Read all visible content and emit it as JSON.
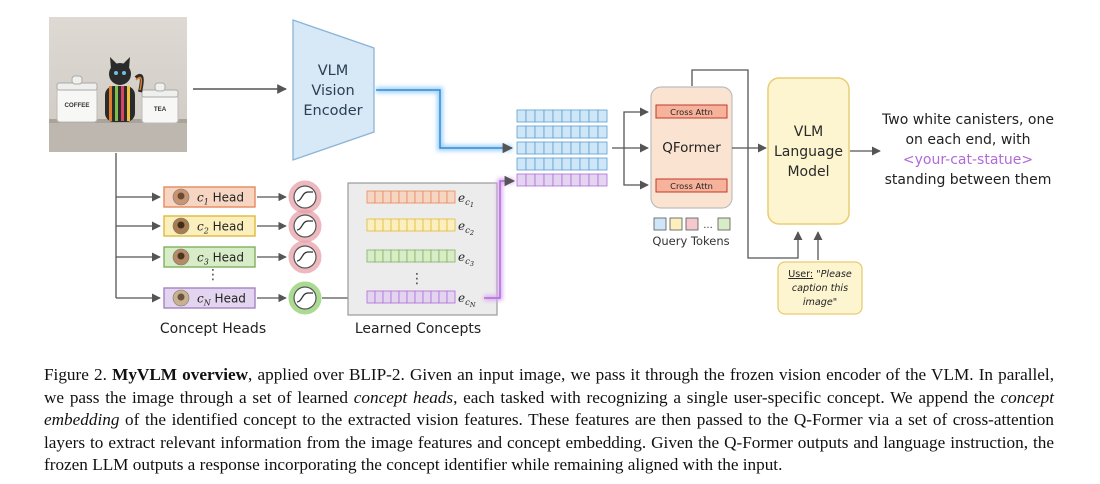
{
  "figure": {
    "photo": {
      "canister_left": "COFFEE",
      "canister_right": "TEA"
    },
    "encoder": {
      "line1": "VLM",
      "line2": "Vision",
      "line3": "Encoder"
    },
    "heads": {
      "rows": [
        {
          "sub": "1",
          "label": "Head"
        },
        {
          "sub": "2",
          "label": "Head"
        },
        {
          "sub": "3",
          "label": "Head"
        },
        {
          "sub": "N",
          "label": "Head"
        }
      ],
      "dots": "⋮",
      "title": "Concept Heads"
    },
    "concepts": {
      "letter": "e",
      "subs": [
        "c",
        "c",
        "c",
        "c"
      ],
      "subsubs": [
        "1",
        "2",
        "3",
        "N"
      ],
      "dots": "⋮",
      "title": "Learned Concepts"
    },
    "qformer": {
      "cross_attn_top": "Cross Attn",
      "label": "QFormer",
      "cross_attn_bottom": "Cross Attn",
      "query_dots": "...",
      "query_label": "Query Tokens"
    },
    "llm": {
      "line1": "VLM",
      "line2": "Language",
      "line3": "Model"
    },
    "user_prompt": {
      "prefix": "User:",
      "text1": " \"Please",
      "text2": "caption this",
      "text3": "image\""
    },
    "output": {
      "line1": "Two white canisters, one",
      "line2": "on each end, with",
      "line3": "<your-cat-statue>",
      "line4": "standing between them"
    },
    "colors": {
      "head1": "#f6d5c3",
      "head1_border": "#e58a5b",
      "head2": "#fbf0bd",
      "head2_border": "#e0b93c",
      "head3": "#d9ecc8",
      "head3_border": "#7fb05e",
      "headN": "#e3d5f0",
      "headN_border": "#a483c4",
      "red_ring": "#e7a0a8",
      "green_ring": "#8fcf6e",
      "vision_token": "#cfe6f7",
      "vision_border": "#5a9fd4",
      "purple": "#b06ad9",
      "encoder_fill": "#d7e8f6",
      "encoder_stroke": "#8bb3d6",
      "qformer_fill": "#fbe3d2",
      "llm_fill": "#fdf4d0",
      "llm_stroke": "#e8cd72"
    }
  },
  "caption": {
    "fig_label": "Figure 2. ",
    "title": "MyVLM overview",
    "t1": ", applied over BLIP-2. Given an input image, we pass it through the frozen vision encoder of the VLM. In parallel, we pass the image through a set of learned ",
    "i1": "concept heads",
    "t2": ", each tasked with recognizing a single user-specific concept. We append the ",
    "i2": "concept embedding",
    "t3": " of the identified concept to the extracted vision features. These features are then passed to the Q-Former via a set of cross-attention layers to extract relevant information from the image features and concept embedding. Given the Q-Former outputs and language instruction, the frozen LLM outputs a response incorporating the concept identifier while remaining aligned with the input."
  }
}
